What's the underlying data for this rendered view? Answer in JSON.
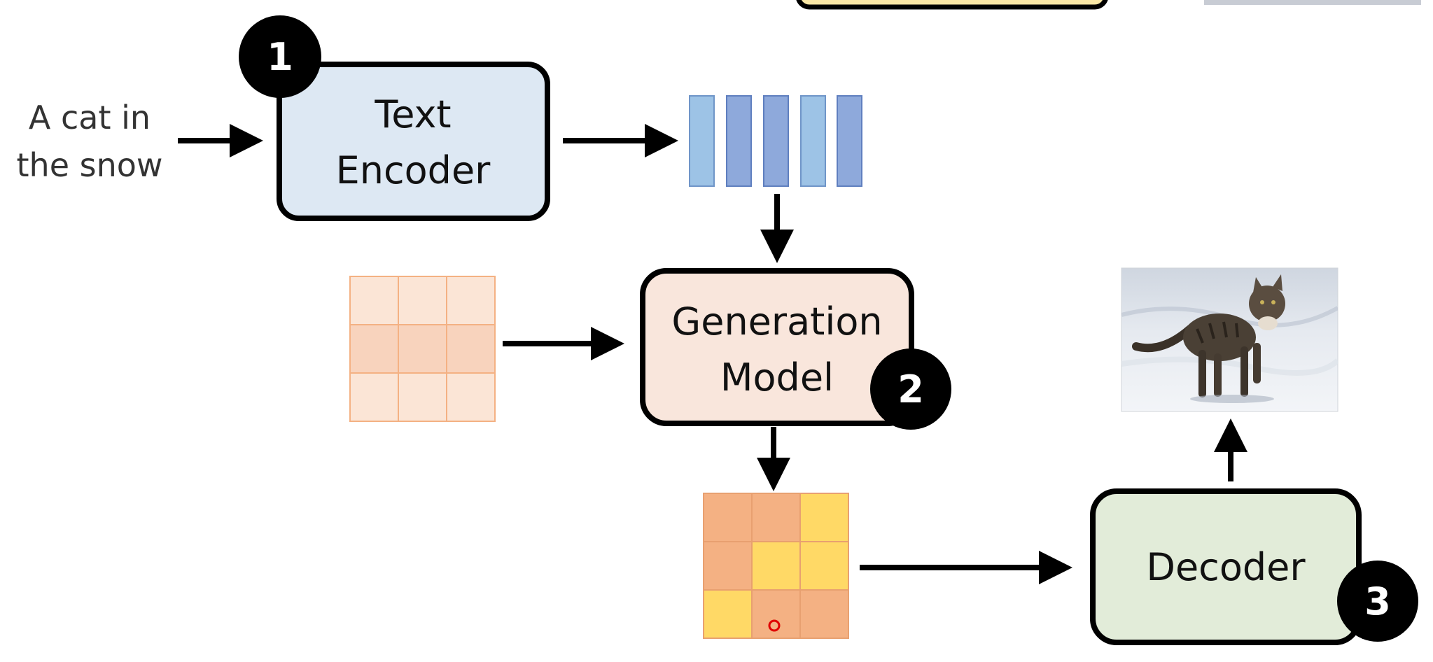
{
  "input_text": {
    "line1": "A cat in",
    "line2": "the snow"
  },
  "text_encoder": {
    "line1": "Text",
    "line2": "Encoder",
    "badge": "1"
  },
  "generation_model": {
    "line1": "Generation",
    "line2": "Model",
    "badge": "2"
  },
  "decoder": {
    "label": "Decoder",
    "badge": "3"
  },
  "output_image": {
    "icon": "cat-in-snow-photo"
  },
  "colors": {
    "text_encoder_fill": "#dde8f3",
    "generation_model_fill": "#f9e6dc",
    "decoder_fill": "#e2ecd9",
    "badge_fill": "#000000",
    "embedding_light": "#9dc3e6",
    "embedding_dark": "#8ea9db",
    "noise_grid_light": "#fbe5d6",
    "noise_grid_mid": "#f8cbad",
    "noise_grid_border": "#f4b183",
    "latent_orange": "#f4b183",
    "latent_yellow": "#ffd966",
    "cursor_marker": "#e00000"
  }
}
